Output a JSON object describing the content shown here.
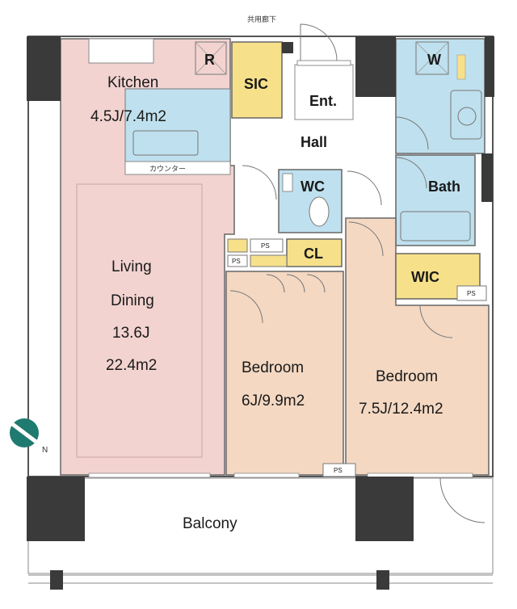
{
  "corridor_label": "共用廊下",
  "rooms": {
    "kitchen": {
      "name": "Kitchen",
      "size": "4.5J/7.4m2"
    },
    "refrigerator": "R",
    "sic": "SIC",
    "entrance": "Ent.",
    "hall": "Hall",
    "washer": "W",
    "wc": "WC",
    "bath": "Bath",
    "cl": "CL",
    "wic": "WIC",
    "living": {
      "line1": "Living",
      "line2": "Dining",
      "line3": "13.6J",
      "line4": "22.4m2"
    },
    "bedroom1": {
      "name": "Bedroom",
      "size": "6J/9.9m2"
    },
    "bedroom2": {
      "name": "Bedroom",
      "size": "7.5J/12.4m2"
    },
    "balcony": "Balcony"
  },
  "counter_label": "カウンター",
  "ps_label": "PS",
  "compass_label": "N",
  "colors": {
    "living": "#f2d3d0",
    "bedroom": "#f4d8c2",
    "storage": "#f7e08a",
    "water": "#bfe0ee",
    "pillar": "#3a3a3a",
    "wall": "#555555"
  }
}
